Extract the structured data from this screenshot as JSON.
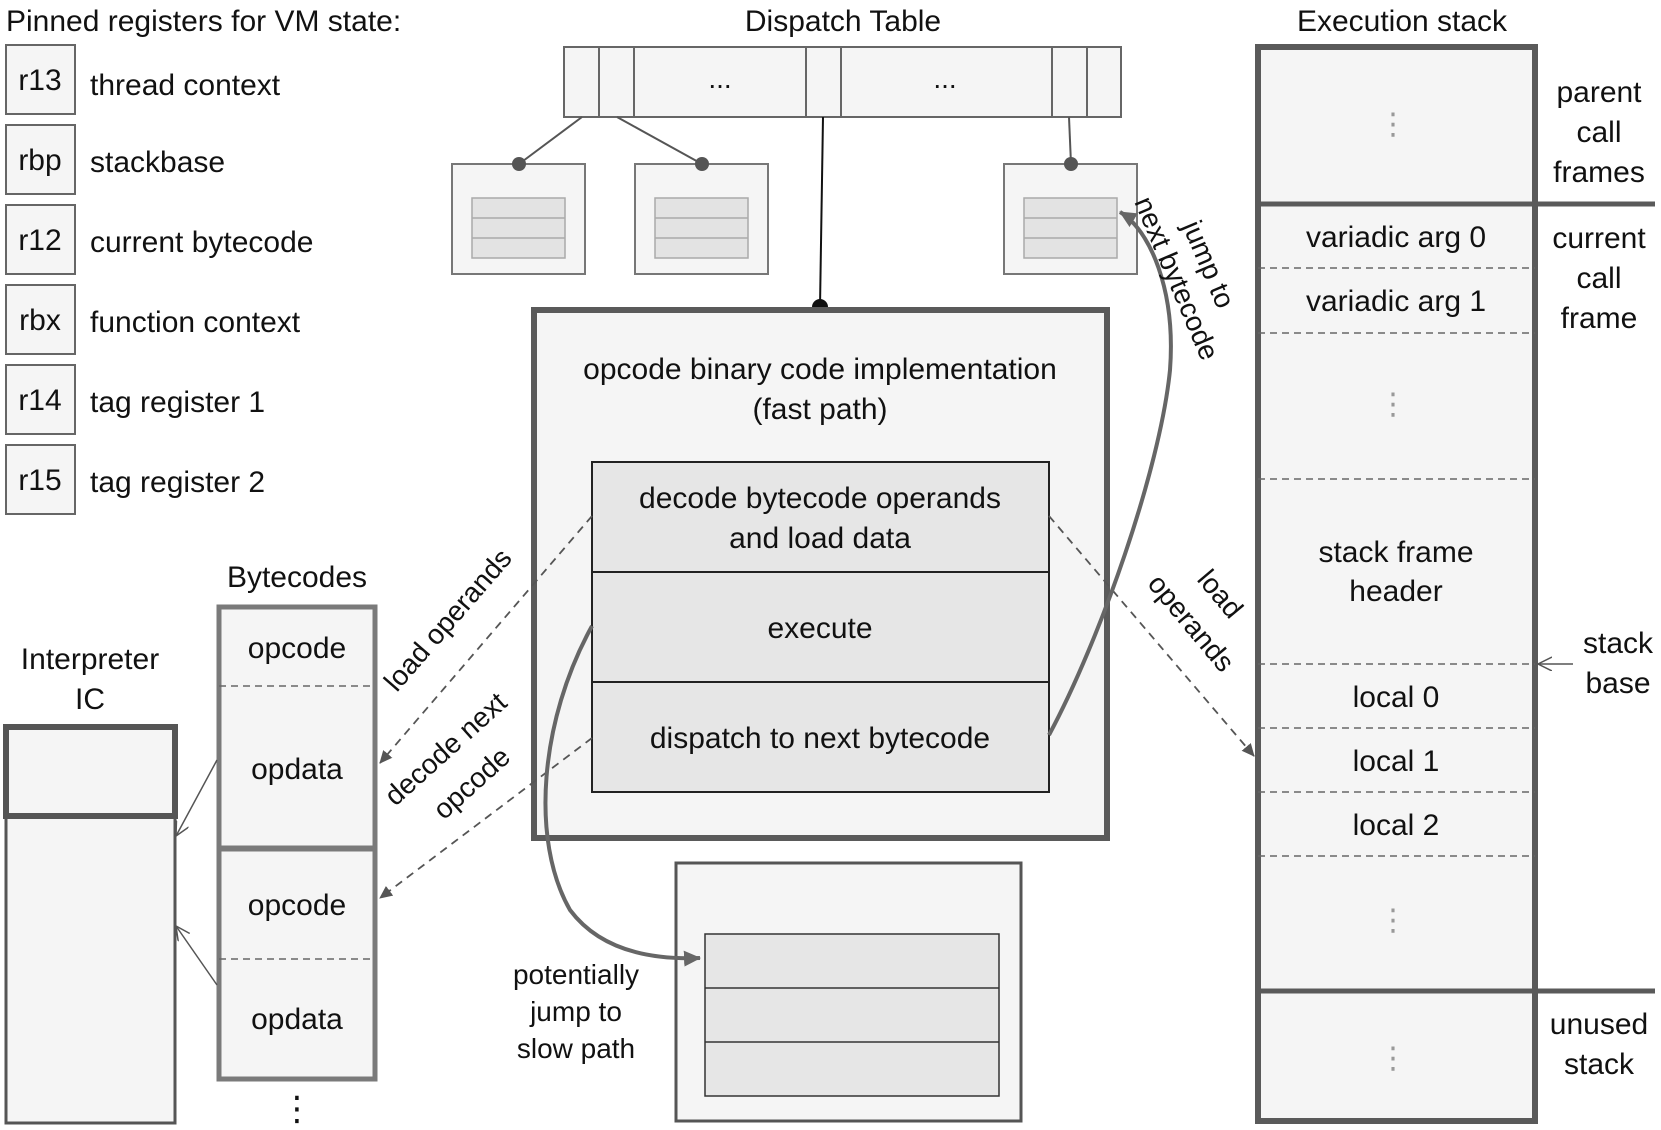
{
  "registers": {
    "title": "Pinned registers for VM state:",
    "items": [
      {
        "reg": "r13",
        "desc": "thread context"
      },
      {
        "reg": "rbp",
        "desc": "stackbase"
      },
      {
        "reg": "r12",
        "desc": "current bytecode"
      },
      {
        "reg": "rbx",
        "desc": "function context"
      },
      {
        "reg": "r14",
        "desc": "tag register 1"
      },
      {
        "reg": "r15",
        "desc": "tag register 2"
      }
    ]
  },
  "dispatch": {
    "title": "Dispatch Table",
    "ellipsis_1": "...",
    "ellipsis_2": "..."
  },
  "opcode": {
    "title_line1": "opcode binary code implementation",
    "title_line2": "(fast path)",
    "decode_line1": "decode bytecode operands",
    "decode_line2": "and load data",
    "execute": "execute",
    "dispatch_next": "dispatch to next bytecode"
  },
  "bytecodes": {
    "title": "Bytecodes",
    "cells": [
      "opcode",
      "opdata",
      "opcode",
      "opdata"
    ],
    "more": "⋮"
  },
  "ic": {
    "title_line1": "Interpreter",
    "title_line2": "IC"
  },
  "arrows": {
    "load_operands_left": "load operands",
    "decode_next_line1": "decode next",
    "decode_next_line2": "opcode",
    "load_operands_right_line1": "load",
    "load_operands_right_line2": "operands",
    "jump_line1": "jump to",
    "jump_line2": "next bytecode"
  },
  "slowpath": {
    "label_line1": "potentially",
    "label_line2": "jump to",
    "label_line3": "slow path"
  },
  "stack": {
    "title": "Execution stack",
    "parent_dots": "⋮",
    "variadic_0": "variadic arg 0",
    "variadic_1": "variadic arg 1",
    "mid_dots": "⋮",
    "frame_header_line1": "stack frame",
    "frame_header_line2": "header",
    "local_0": "local 0",
    "local_1": "local 1",
    "local_2": "local 2",
    "low_dots": "⋮",
    "unused_dots": "⋮",
    "side_parent_line1": "parent",
    "side_parent_line2": "call",
    "side_parent_line3": "frames",
    "side_current_line1": "current",
    "side_current_line2": "call",
    "side_current_line3": "frame",
    "side_base_line1": "stack",
    "side_base_line2": "base",
    "side_unused_line1": "unused",
    "side_unused_line2": "stack"
  },
  "colors": {
    "box_fill": "#f5f5f5",
    "inner_fill": "#e6e6e6",
    "stroke": "#555555",
    "thick_stroke": "#5a5a5a"
  }
}
